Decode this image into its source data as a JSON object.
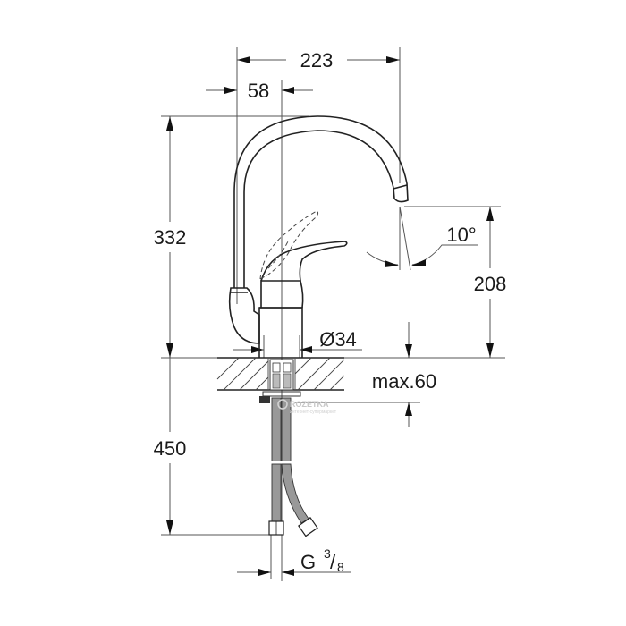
{
  "drawing": {
    "subject": "single-lever kitchen faucet with swivel spout — dimension drawing",
    "units": "mm",
    "colors": {
      "line": "#222222",
      "background": "#ffffff",
      "watermark": "#c8c8c8"
    }
  },
  "dimensions": {
    "spout_reach": "223",
    "body_offset": "58",
    "total_height": "332",
    "spout_outlet_height": "208",
    "spout_angle": "10°",
    "body_diameter": "Ø34",
    "countertop_thickness": "max.60",
    "hose_length": "450",
    "connection_thread_prefix": "G",
    "connection_thread_num": "3",
    "connection_thread_den": "8"
  },
  "watermark": {
    "brand": "ROZETKA",
    "tagline": "интернет-супермаркет"
  }
}
